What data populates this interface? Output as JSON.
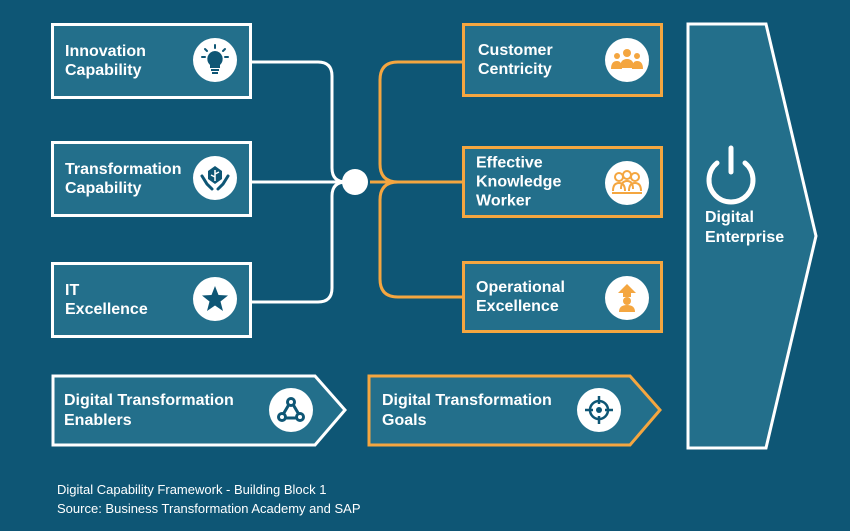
{
  "left_boxes": [
    {
      "label": "Innovation\nCapability",
      "icon": "lightbulb-icon"
    },
    {
      "label": "Transformation\nCapability",
      "icon": "hands-leaf-icon"
    },
    {
      "label": "IT\nExcellence",
      "icon": "star-icon"
    }
  ],
  "right_boxes": [
    {
      "label": "Customer\nCentricity",
      "icon": "customer-group-icon"
    },
    {
      "label": "Effective\nKnowledge\nWorker",
      "icon": "team-icon"
    },
    {
      "label": "Operational\nExcellence",
      "icon": "person-up-icon"
    }
  ],
  "enablers": {
    "label": "Digital Transformation\nEnablers",
    "icon": "triangle-circles-icon"
  },
  "goals": {
    "label": "Digital Transformation\nGoals",
    "icon": "target-icon"
  },
  "enterprise": {
    "label": "Digital\nEnterprise",
    "icon": "power-icon"
  },
  "caption": {
    "line1": "Digital Capability Framework - Building Block 1",
    "line2": "Source: Business Transformation Academy and SAP"
  },
  "colors": {
    "background": "#0e5675",
    "box_fill": "#236f8b",
    "accent": "#f4a640",
    "white": "#ffffff"
  }
}
